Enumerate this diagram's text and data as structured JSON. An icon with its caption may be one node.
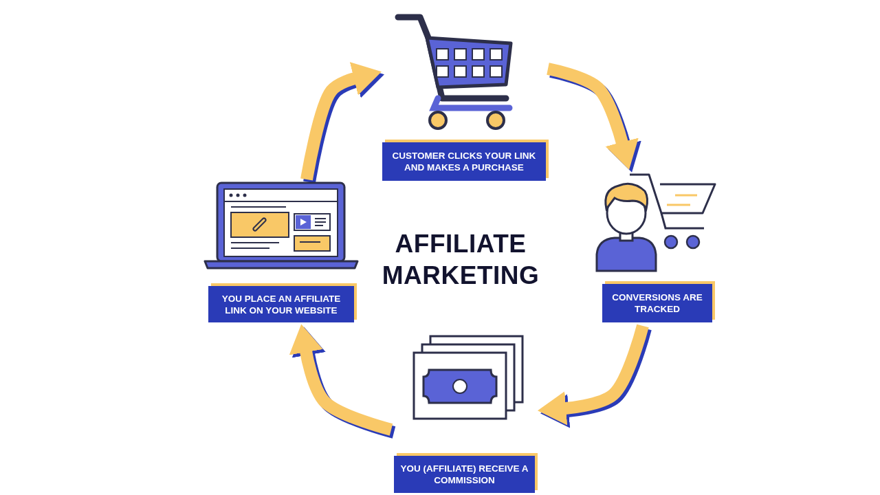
{
  "diagram": {
    "title": "AFFILIATE MARKETING",
    "nodes": [
      {
        "text": [
          "CUSTOMER CLICKS YOUR LINK AND MAKES A PURCHASE"
        ]
      },
      {
        "text": [
          "CONVERSIONS ARE TRACKED"
        ]
      },
      {
        "text": [
          "YOU (AFFILIATE) RECEIVE A COMMISSION"
        ]
      },
      {
        "text": [
          "YOU PLACE AN AFFILIATE LINK ON YOUR WEBSITE"
        ]
      }
    ],
    "edges": [
      {
        "from": 0,
        "to": 1,
        "arrow": "to"
      },
      {
        "from": 1,
        "to": 2,
        "arrow": "to"
      },
      {
        "from": 2,
        "to": 3,
        "arrow": "to"
      },
      {
        "from": 3,
        "to": 0,
        "arrow": "to"
      }
    ]
  }
}
